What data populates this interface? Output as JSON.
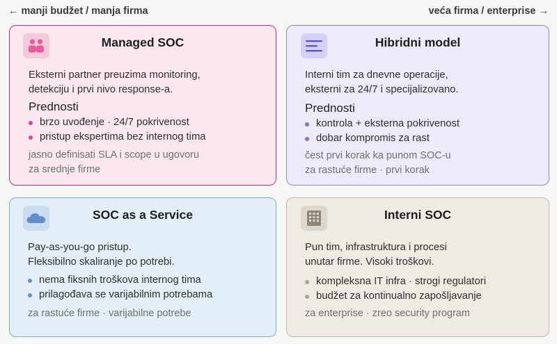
{
  "axis": {
    "left_label": "← manji budžet / manja firma",
    "right_label": "veća firma / enterprise →"
  },
  "cards": [
    {
      "title": "Managed SOC",
      "icon": "people-icon",
      "description": "Eksterni partner preuzima monitoring,\ndetekciju i prvi nivo response-a.",
      "advantages_title": "Prednosti",
      "bullets": [
        "brzo uvođenje · 24/7 pokrivenost",
        "pristup ekspertima bez internog tima"
      ],
      "note": "jasno definisati SLA i scope u ugovoru\nza srednje firme",
      "accent": "#c9287a"
    },
    {
      "title": "Hibridni model",
      "icon": "menu-lines-icon",
      "description": "Interni tim za dnevne operacije,\neksterni za 24/7 i specijalizovano.",
      "advantages_title": "Prednosti",
      "bullets": [
        "kontrola + eksterna pokrivenost",
        "dobar kompromis za rast"
      ],
      "note": "čest prvi korak ka punom SOC-u\nza rastuće firme · prvi korak",
      "accent": "#8b85d8"
    },
    {
      "title": "SOC as a Service",
      "icon": "cloud-icon",
      "description": "Pay-as-you-go pristup.\nFleksibilno skaliranje po potrebi.",
      "bullets": [
        "nema fiksnih troškova internog tima",
        "prilagođava se varijabilnim potrebama"
      ],
      "note": "za rastuće firme · varijabilne potrebe",
      "accent": "#7fa7d4"
    },
    {
      "title": "Interni SOC",
      "icon": "building-icon",
      "description": "Pun tim, infrastruktura i procesi\nunutar firme. Visoki troškovi.",
      "bullets": [
        "kompleksna IT infra · strogi regulatori",
        "budžet za kontinualno zapošljavanje"
      ],
      "note": "za enterprise · zreo security program",
      "accent": "#c2b9a8"
    }
  ]
}
